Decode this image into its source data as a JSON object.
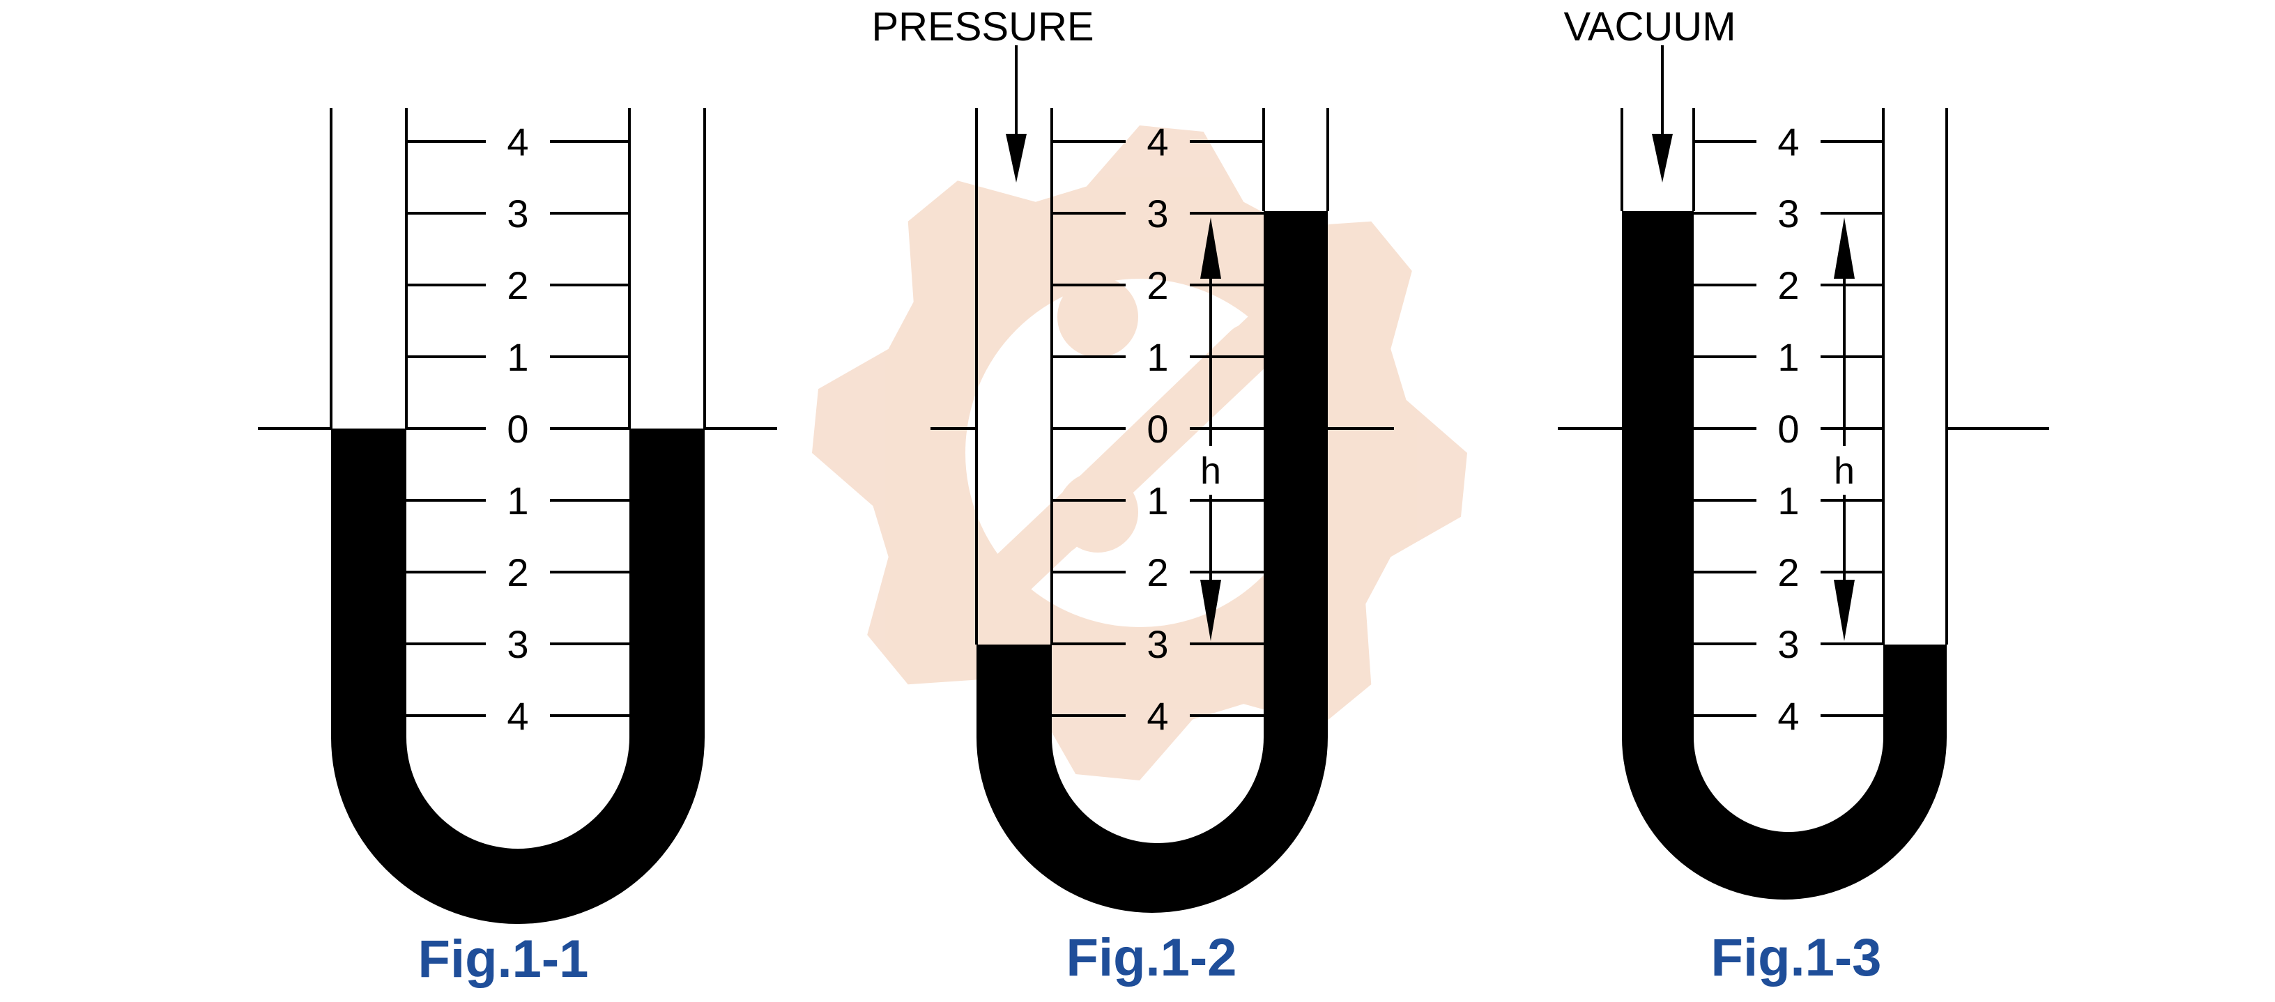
{
  "scale_upper": [
    "4",
    "3",
    "2",
    "1"
  ],
  "scale_zero": "0",
  "scale_lower": [
    "1",
    "2",
    "3",
    "4"
  ],
  "figures": [
    {
      "caption": "Fig.1-1",
      "top_label": "",
      "h_label": ""
    },
    {
      "caption": "Fig.1-2",
      "top_label": "PRESSURE",
      "h_label": "h"
    },
    {
      "caption": "Fig.1-3",
      "top_label": "VACUUM",
      "h_label": "h"
    }
  ],
  "colors": {
    "fluid": "#000000",
    "caption": "#1f4e99",
    "watermark": "#f6dccb"
  },
  "watermark_icon": "gear-logo-watermark"
}
